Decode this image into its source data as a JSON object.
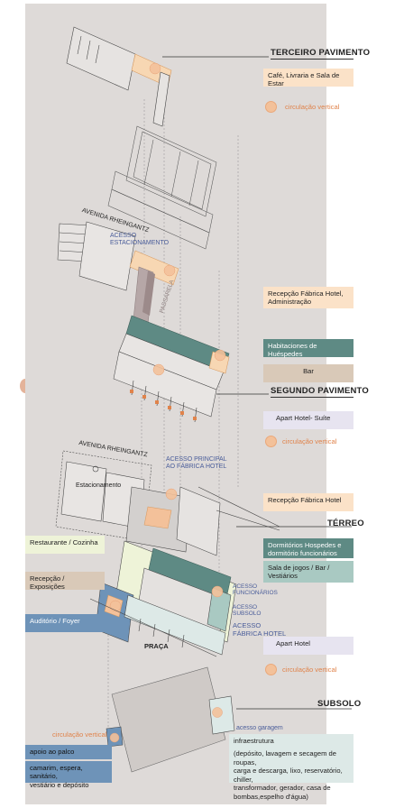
{
  "levels": {
    "third": "TERCEIRO PAVIMENTO",
    "second": "SEGUNDO PAVIMENTO",
    "ground": "TÉRREO",
    "basement": "SUBSOLO"
  },
  "streets": {
    "top": "AVENIDA RHEINGANTZ",
    "bottom": "AVENIDA RHEINGANTZ"
  },
  "map_labels": {
    "acesso_estacionamento": [
      "ACESSO",
      "ESTACIONAMENTO"
    ],
    "passarela": "PASSARELA",
    "acesso_principal": [
      "ACESSO PRINCIPAL",
      "AO FÁBRICA HOTEL"
    ],
    "estacionamento": "Estacionamento",
    "acesso_funcionarios": [
      "ACESSO",
      "FUNCIONÁRIOS"
    ],
    "acesso_subsolo": [
      "ACESSO",
      "SUBSOLO"
    ],
    "acesso_fabrica_hotel": [
      "ACESSO",
      "FÁBRICA HOTEL"
    ],
    "praca": "PRAÇA",
    "acesso_garagem": "acesso garagem"
  },
  "legend": {
    "cafe": "Café, Livraria e Sala de Estar",
    "circ_vertical": "circulação vertical",
    "recepcao_adm": [
      "Recepção Fábrica Hotel,",
      "Administração"
    ],
    "habitaciones": "Habitaciones de Huéspedes",
    "bar": "Bar",
    "apart_suite": "Apart Hotel- Suíte",
    "recepcao": "Recepção Fábrica Hotel",
    "restaurante": "Restaurante / Cozinha",
    "dormitorios": [
      "Dormitórios Hospedes e",
      "dormitório funcionários"
    ],
    "recepcao_exposicoes": "Recepção / Exposições",
    "sala_jogos": [
      "Sala  de  jogos  /  Bar  /",
      "Vestiários"
    ],
    "auditorio": "Auditório / Foyer",
    "apart_hotel": "Apart Hotel",
    "apoio_palco": "apoio ao palco",
    "camarim": [
      "camarim,  espera,  sanitário,",
      "vestiário e depósito"
    ],
    "infraestrutura": "infraestrutura",
    "infra_detail": [
      "(depósito, lavagem e secagem de roupas,",
      "carga e descarga, lixo, reservatório, chiller,",
      "transformador, gerador, casa de",
      "bombas,espelho d'água)"
    ]
  },
  "colors": {
    "cafe": "#fbe2c8",
    "habitaciones": "#5e8a84",
    "bar": "#d9c9b8",
    "apart_suite": "#e7e4f0",
    "restaurante": "#eef3d8",
    "dormitorios": "#5e8a84",
    "sala_jogos": "#a9c9c2",
    "auditorio": "#6e93b8",
    "apoio": "#6e93b8",
    "infra": "#dde9e7",
    "circ": "#f3c19a",
    "label_blue": "#4a5d9a",
    "label_orange": "#e0834b"
  }
}
